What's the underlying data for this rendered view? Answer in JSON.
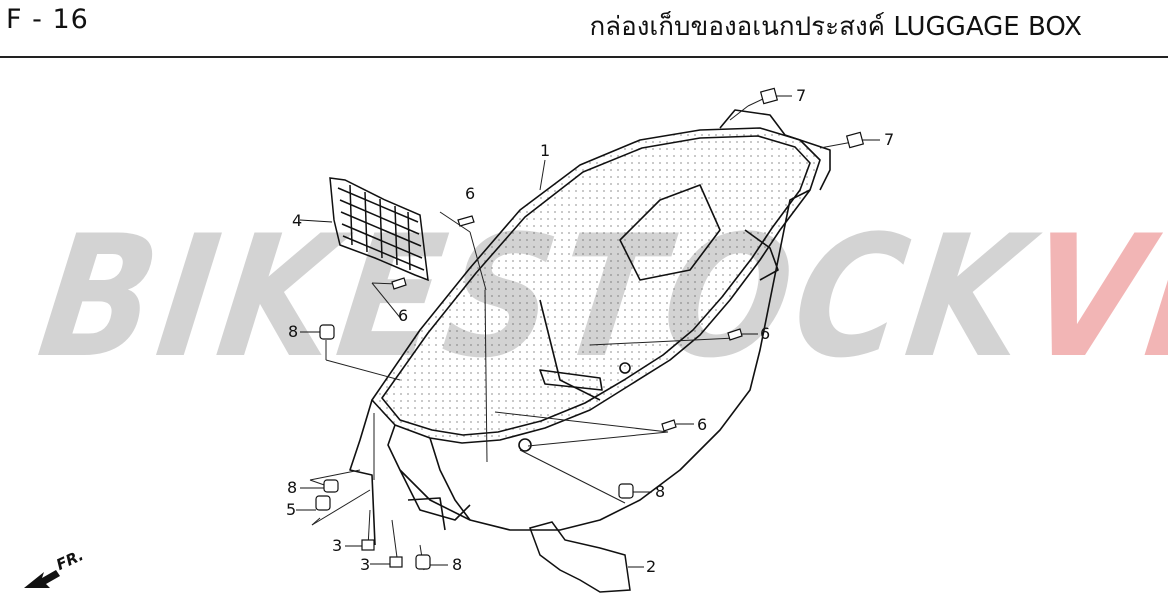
{
  "header": {
    "page_code": "F - 16",
    "title": "กล่องเก็บของอเนกประสงค์  LUGGAGE BOX"
  },
  "watermark": {
    "part1": "BIKESTOCK",
    "part2": "VN",
    "colors": {
      "part1": "#c9c9c9",
      "part2": "#f0a3a3"
    }
  },
  "front_indicator": "FR.",
  "callouts": {
    "c1": "1",
    "c2": "2",
    "c3a": "3",
    "c3b": "3",
    "c4": "4",
    "c5": "5",
    "c6a": "6",
    "c6b": "6",
    "c6c": "6",
    "c6d": "6",
    "c7a": "7",
    "c7b": "7",
    "c8a": "8",
    "c8b": "8",
    "c8c": "8",
    "c8d": "8"
  }
}
